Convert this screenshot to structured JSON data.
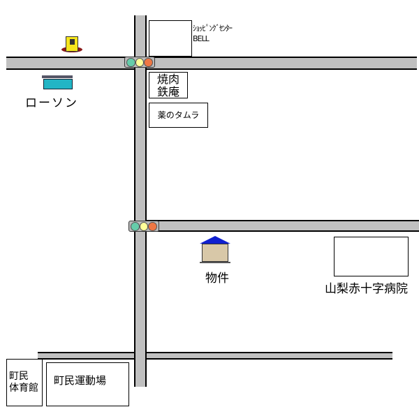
{
  "places": {
    "shopping_center": {
      "line1": "ｼｮｯﾋﾟﾝｸﾞｾﾝﾀｰ",
      "line2": "BELL"
    },
    "yakiniku": {
      "line1": "焼肉",
      "line2": "鉄庵"
    },
    "pharmacy": "薬のタムラ",
    "lawson": "ローソン",
    "property": "物件",
    "hospital": "山梨赤十字病院",
    "gym": {
      "line1": "町民",
      "line2": "体育館"
    },
    "sports_ground": "町民運動場"
  },
  "colors": {
    "road": "#c0c0c0",
    "signal_green": "#66ccaa",
    "signal_yellow": "#ffff99",
    "signal_red": "#ee7744",
    "roof": "#1020d0"
  },
  "icons": [
    "gas-station-icon",
    "convenience-store-icon",
    "apartment-icon",
    "traffic-signal-icon"
  ]
}
